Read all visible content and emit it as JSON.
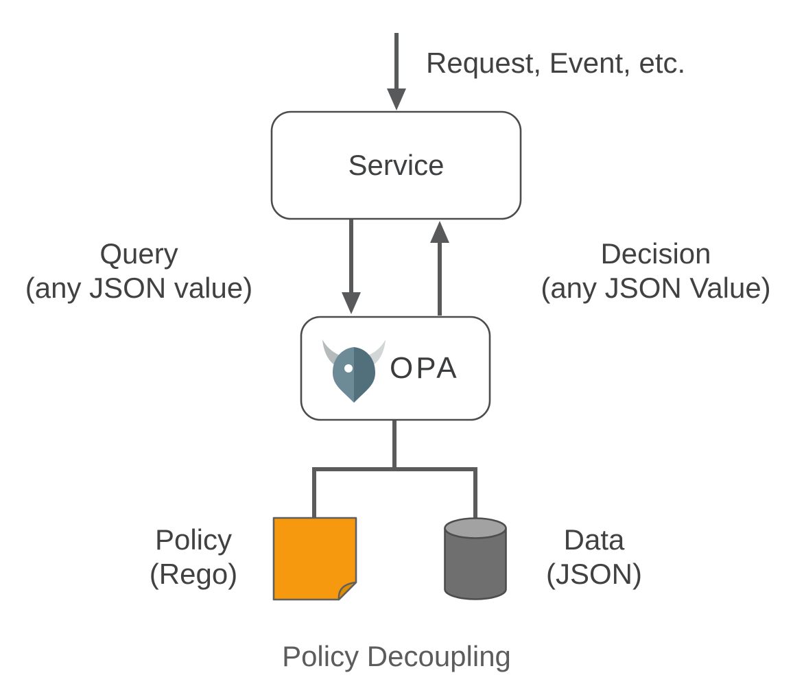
{
  "diagram": {
    "caption": "Policy Decoupling",
    "incoming": {
      "label": "Request, Event, etc."
    },
    "edges": {
      "query": {
        "line1": "Query",
        "line2": "(any JSON value)"
      },
      "decision": {
        "line1": "Decision",
        "line2": "(any JSON Value)"
      }
    },
    "nodes": {
      "service": {
        "label": "Service"
      },
      "opa": {
        "label": "OPA",
        "icon": "opa-helmet-icon"
      },
      "policy": {
        "line1": "Policy",
        "line2": "(Rego)",
        "icon": "document-folded-corner-icon"
      },
      "data": {
        "line1": "Data",
        "line2": "(JSON)",
        "icon": "database-cylinder-icon"
      }
    },
    "colors": {
      "line_gray": "#58595b",
      "box_border": "#4c4c4e",
      "text": "#414142",
      "caption_text": "#5c5c5c",
      "policy_orange": "#f7990f",
      "policy_fold_orange": "#dd8e00",
      "cylinder_body": "#6f6f6f",
      "cylinder_top": "#a2a2a2",
      "helmet_left": "#6d8b96",
      "helmet_right": "#51707b",
      "horn_left": "#b5babc",
      "horn_right": "#d2d6d7"
    }
  }
}
